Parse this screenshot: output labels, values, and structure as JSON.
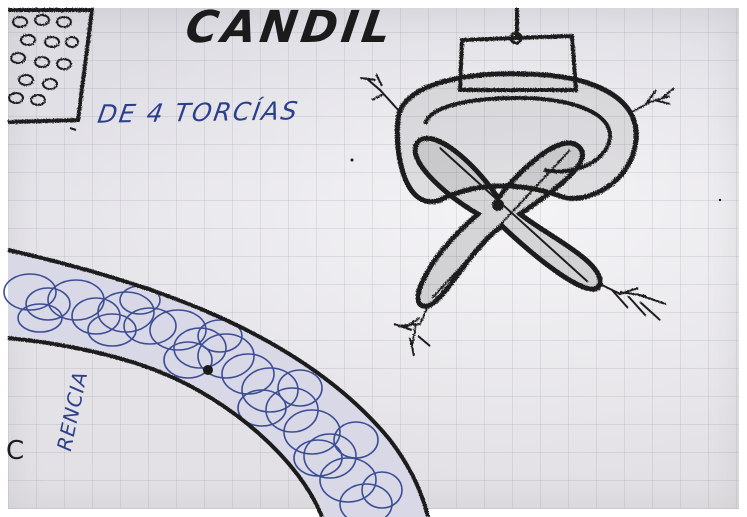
{
  "photo": {
    "handwriting": {
      "title": "CANDIL",
      "subtitle": "DE 4 TORCÍAS",
      "side_label": "RENCIA",
      "side_fragment": "C"
    },
    "colors": {
      "paper": "#e4e3e8",
      "pencil_ink": "#1b1b1b",
      "blue_pen": "#2c3f8c",
      "grid_lines": "#9696a5"
    }
  }
}
